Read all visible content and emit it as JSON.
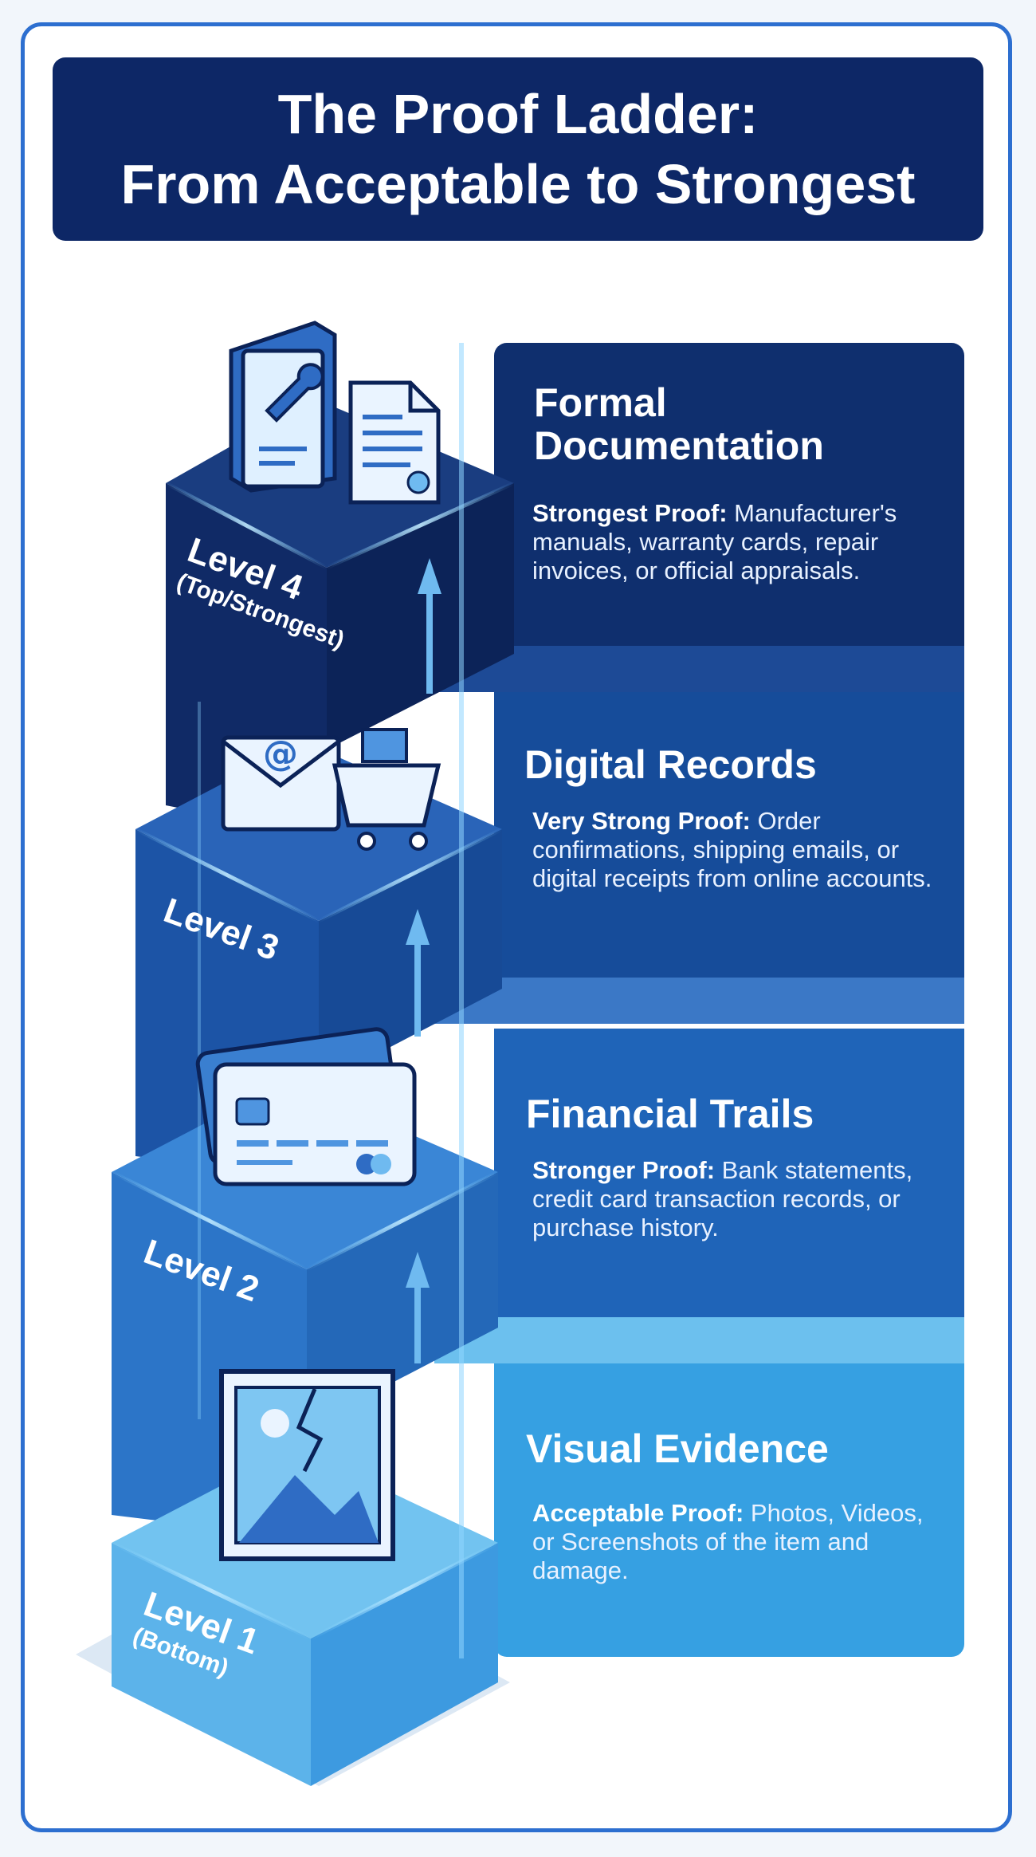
{
  "title_line1": "The Proof Ladder:",
  "title_line2": "From Acceptable to Strongest",
  "levels": [
    {
      "level": "Level 4",
      "sub": "(Top/Strongest)",
      "heading": "Formal Documentation",
      "strength": "Strongest Proof:",
      "desc": " Manufacturer's manuals, warranty cards, repair invoices, or official appraisals.",
      "icons": [
        "manual-icon",
        "document-icon"
      ]
    },
    {
      "level": "Level 3",
      "sub": "",
      "heading": "Digital Records",
      "strength": "Very Strong Proof:",
      "desc": " Order confirmations, shipping emails, or digital receipts from online accounts.",
      "icons": [
        "email-icon",
        "shopping-cart-icon"
      ]
    },
    {
      "level": "Level 2",
      "sub": "",
      "heading": "Financial Trails",
      "strength": "Stronger Proof:",
      "desc": " Bank statements, credit card transaction records, or purchase history.",
      "icons": [
        "credit-card-icon"
      ]
    },
    {
      "level": "Level 1",
      "sub": "(Bottom)",
      "heading": "Visual Evidence",
      "strength": "Acceptable Proof:",
      "desc": " Photos, Videos, or Screenshots of the item and damage.",
      "icons": [
        "photo-icon"
      ]
    }
  ],
  "colors": {
    "navy": "#0d2766",
    "level4": "#0f2f6e",
    "level3": "#164c9a",
    "level2": "#1f64b8",
    "level1": "#36a0e2"
  }
}
